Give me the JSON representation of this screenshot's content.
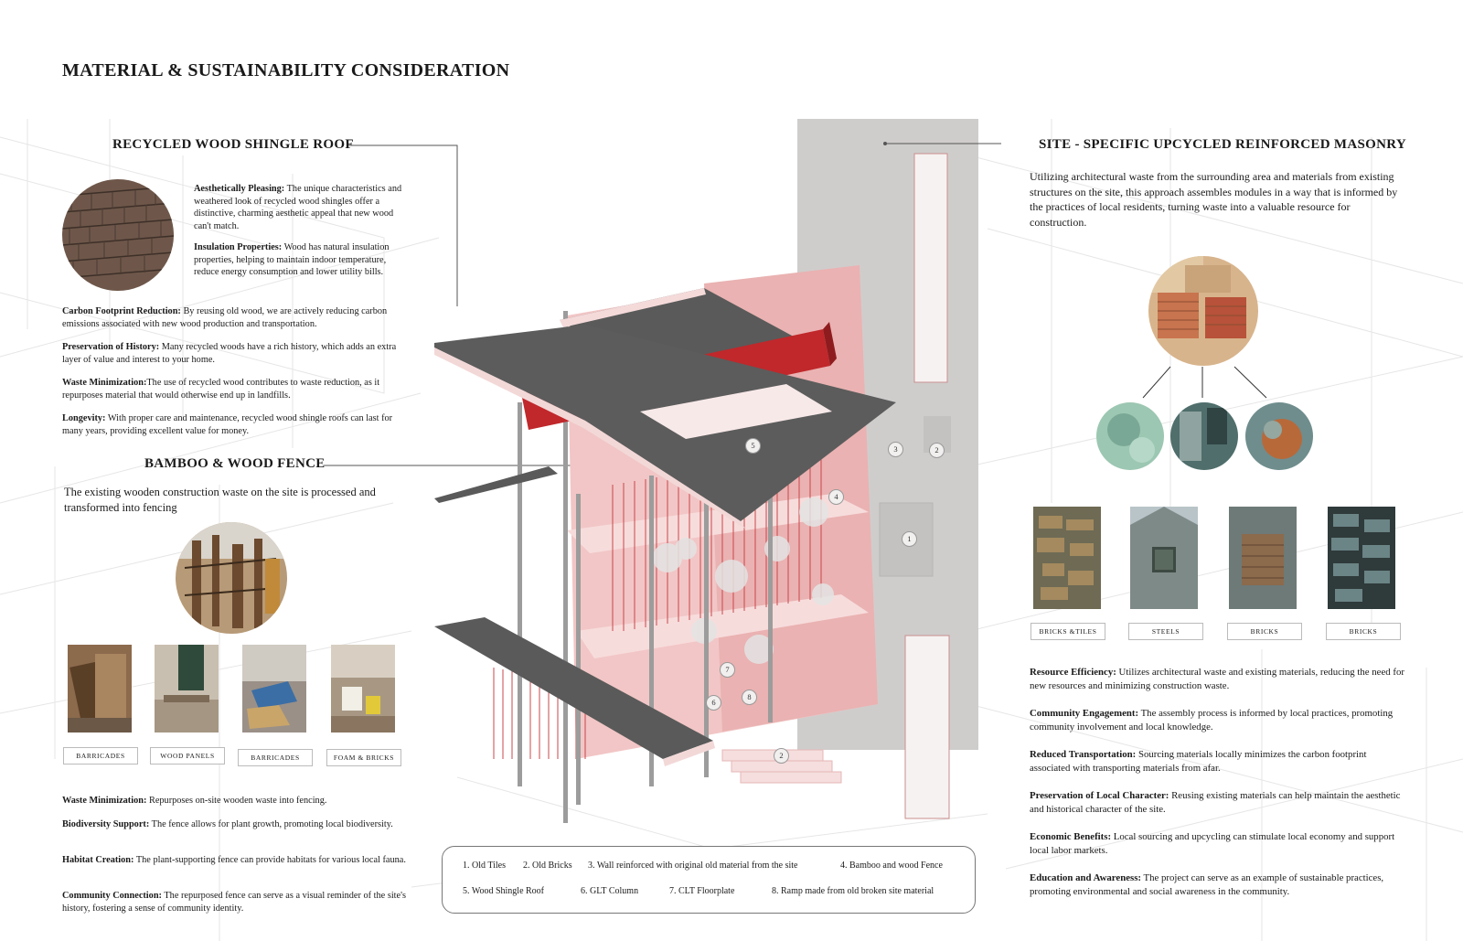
{
  "title": "MATERIAL & SUSTAINABILITY CONSIDERATION",
  "colors": {
    "accent_red": "#c0282b",
    "pink": "#f0c9c9",
    "roof_gray": "#5a5a5a",
    "concrete": "#cfcfcf"
  },
  "roof": {
    "heading": "RECYCLED WOOD SHINGLE ROOF",
    "items": [
      {
        "term": "Aesthetically Pleasing:",
        "text": "The unique characteristics and weathered look of recycled wood shingles offer a distinctive, charming aesthetic appeal that new wood can't match."
      },
      {
        "term": "Insulation Properties:",
        "text": "Wood has natural insulation properties, helping to maintain indoor temperature, reduce energy consumption and lower utility bills."
      },
      {
        "term": "Carbon Footprint Reduction:",
        "text": "By reusing old wood, we are actively reducing carbon emissions associated with new wood production and transportation."
      },
      {
        "term": "Preservation of History:",
        "text": "Many recycled woods have a rich history, which adds an extra layer of value and interest to your home."
      },
      {
        "term": "Waste Minimization:",
        "text": "The use of recycled wood contributes to waste reduction, as it repurposes material that would otherwise end up in landfills."
      },
      {
        "term": "Longevity:",
        "text": "With proper care and maintenance, recycled wood shingle roofs can last for many years, providing excellent value for money."
      }
    ]
  },
  "fence": {
    "heading": "BAMBOO & WOOD FENCE",
    "lead": "The existing wooden construction waste on the site is processed and transformed into fencing",
    "tags": [
      "BARRICADES",
      "WOOD PANELS",
      "BARRICADES",
      "FOAM & BRICKS"
    ],
    "items": [
      {
        "term": "Waste Minimization:",
        "text": "Repurposes on-site wooden waste into fencing."
      },
      {
        "term": "Biodiversity Support:",
        "text": "The fence allows for plant growth, promoting local biodiversity."
      },
      {
        "term": "Habitat Creation:",
        "text": "The plant-supporting fence can provide habitats for various local fauna."
      },
      {
        "term": "Community Connection:",
        "text": "The repurposed fence can serve as a visual reminder of the site's history, fostering a sense of community identity."
      }
    ]
  },
  "masonry": {
    "heading": "SITE - SPECIFIC UPCYCLED REINFORCED MASONRY",
    "lead": "Utilizing architectural waste from the surrounding area and materials from existing structures on the site, this approach assembles modules in a way that is informed by the practices of local residents, turning waste into a valuable resource for construction.",
    "tags": [
      "BRICKS &TILES",
      "STEELS",
      "BRICKS",
      "BRICKS"
    ],
    "items": [
      {
        "term": "Resource Efficiency:",
        "text": "Utilizes architectural waste and existing materials, reducing the need for new resources and minimizing construction waste."
      },
      {
        "term": "Community Engagement:",
        "text": "The assembly process is informed by local practices, promoting community involvement and local knowledge."
      },
      {
        "term": "Reduced Transportation:",
        "text": "Sourcing materials locally minimizes the carbon footprint associated with transporting materials from afar."
      },
      {
        "term": "Preservation of Local Character:",
        "text": "Reusing existing materials can help maintain the aesthetic and historical character of the site."
      },
      {
        "term": "Economic Benefits:",
        "text": "Local sourcing and upcycling can stimulate local economy and support local labor markets."
      },
      {
        "term": "Education and Awareness:",
        "text": "The project can serve as an example of sustainable practices, promoting environmental and social awareness in the community."
      }
    ]
  },
  "legend": [
    "1. Old Tiles",
    "2. Old Bricks",
    "3. Wall reinforced with original old material from the site",
    "4. Bamboo and wood Fence",
    "5. Wood Shingle Roof",
    "6. GLT Column",
    "7. CLT Floorplate",
    "8. Ramp made from old broken site material"
  ],
  "markers": [
    "1",
    "2",
    "2",
    "3",
    "4",
    "5",
    "6",
    "7",
    "8"
  ]
}
